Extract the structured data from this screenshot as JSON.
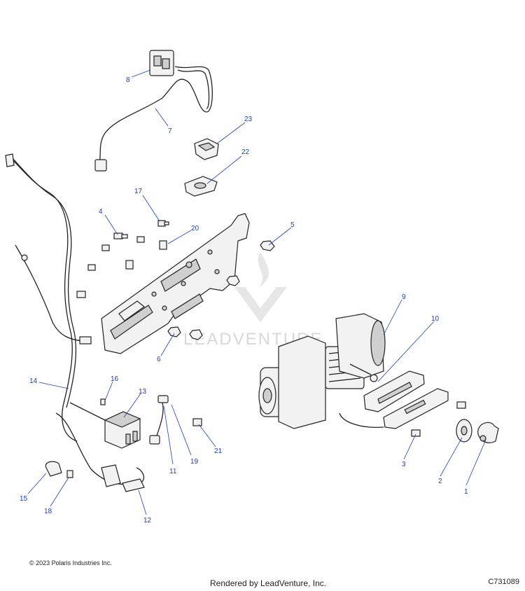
{
  "footer": {
    "copyright": "© 2023 Polaris Industries Inc.",
    "rendered_by": "Rendered by LeadVenture, Inc.",
    "diagram_code": "C731089"
  },
  "watermark": {
    "text": "LEADVENTURE"
  },
  "callouts": [
    {
      "id": "1",
      "label": "1"
    },
    {
      "id": "2",
      "label": "2"
    },
    {
      "id": "3",
      "label": "3"
    },
    {
      "id": "4",
      "label": "4"
    },
    {
      "id": "5",
      "label": "5"
    },
    {
      "id": "6",
      "label": "6"
    },
    {
      "id": "7",
      "label": "7"
    },
    {
      "id": "8",
      "label": "8"
    },
    {
      "id": "9",
      "label": "9"
    },
    {
      "id": "10",
      "label": "10"
    },
    {
      "id": "11",
      "label": "11"
    },
    {
      "id": "12",
      "label": "12"
    },
    {
      "id": "13",
      "label": "13"
    },
    {
      "id": "14",
      "label": "14"
    },
    {
      "id": "15",
      "label": "15"
    },
    {
      "id": "16",
      "label": "16"
    },
    {
      "id": "17",
      "label": "17"
    },
    {
      "id": "18",
      "label": "18"
    },
    {
      "id": "19",
      "label": "19"
    },
    {
      "id": "20",
      "label": "20"
    },
    {
      "id": "21",
      "label": "21"
    },
    {
      "id": "22",
      "label": "22"
    },
    {
      "id": "23",
      "label": "23"
    }
  ],
  "colors": {
    "callout": "#1f3fb4",
    "line_art": "#222222"
  }
}
